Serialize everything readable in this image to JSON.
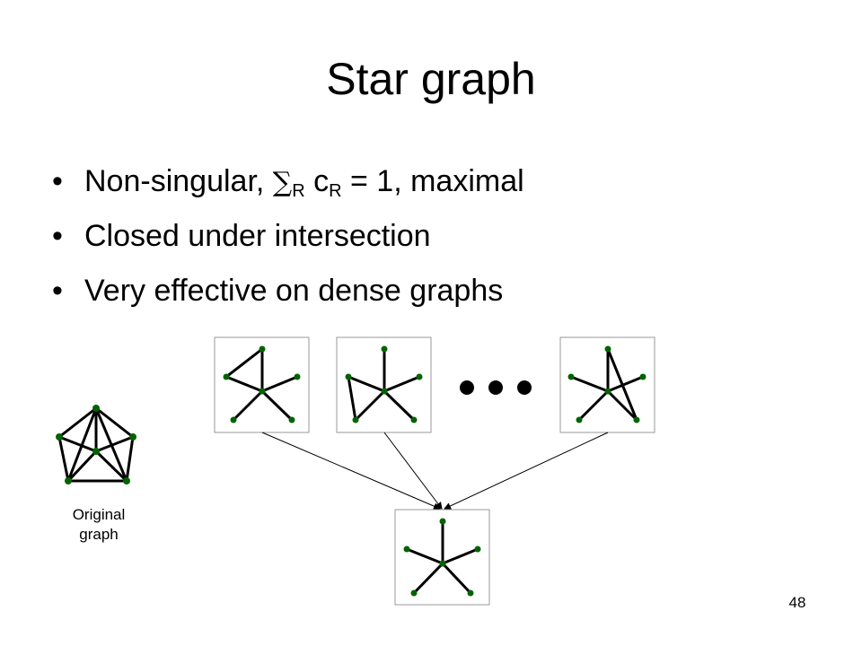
{
  "title": "Star graph",
  "bullets": [
    {
      "prefix": "Non-singular, ",
      "sigma": "∑",
      "sub1": "R",
      "mid": " c",
      "sub2": "R",
      "suffix": " = 1, maximal"
    },
    {
      "text": "Closed under intersection"
    },
    {
      "text": "Very effective on dense graphs"
    }
  ],
  "caption": {
    "line1": "Original",
    "line2": "graph"
  },
  "page_number": "48",
  "colors": {
    "node": "#006400",
    "edge": "#000000",
    "box_border": "#999999"
  }
}
